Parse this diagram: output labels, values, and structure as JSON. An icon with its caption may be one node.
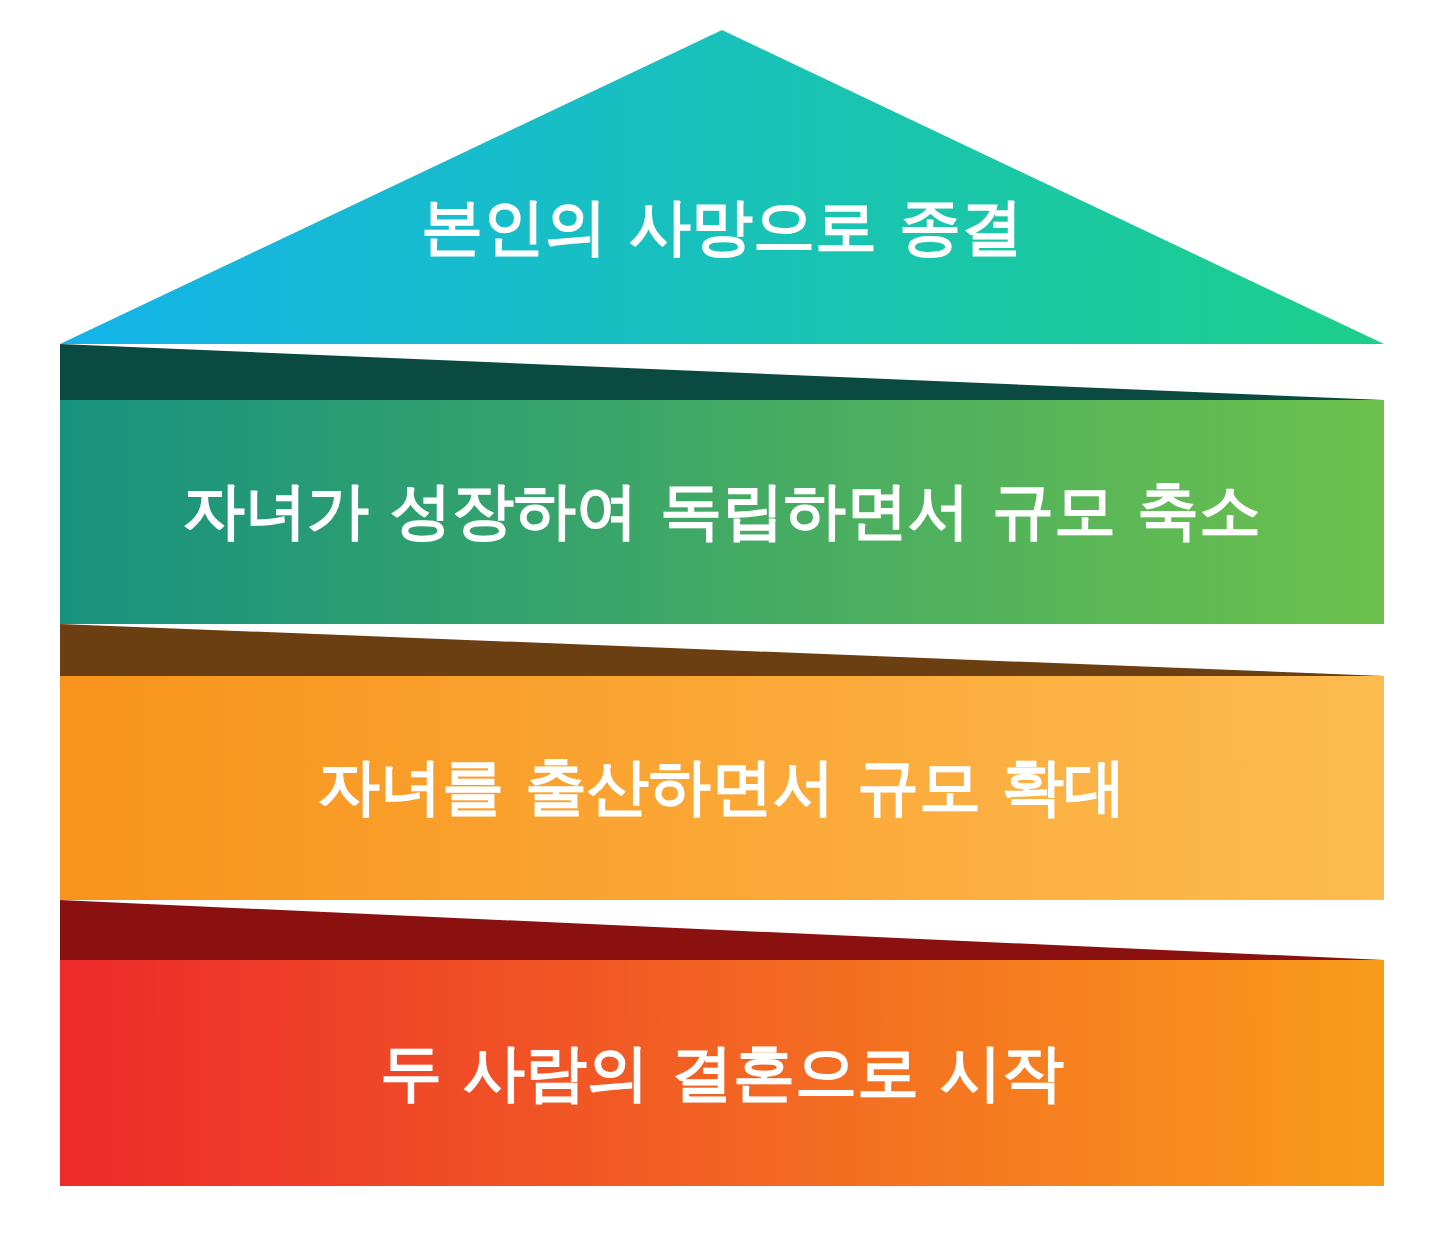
{
  "diagram": {
    "nodes": [
      {
        "text": [
          "본인의 사망으로 종결"
        ]
      },
      {
        "text": [
          "자녀가 성장하여 독립하면서 규모 축소"
        ]
      },
      {
        "text": [
          "자녀를 출산하면서 규모 확대"
        ]
      },
      {
        "text": [
          "두 사람의 결혼으로 시작"
        ]
      }
    ]
  }
}
